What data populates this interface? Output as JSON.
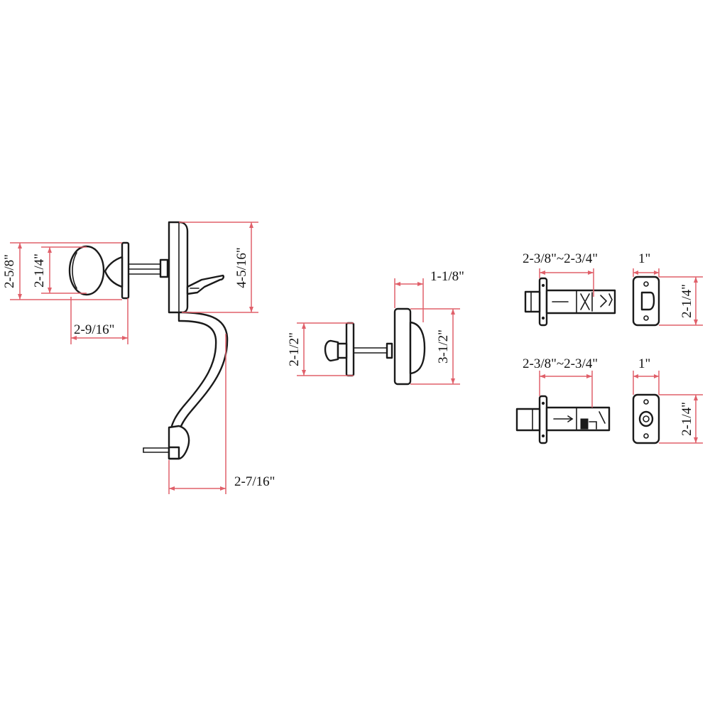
{
  "colors": {
    "dimension_line": "#e0606a",
    "outline": "#1a1a1a",
    "background": "#ffffff"
  },
  "dimensions": {
    "knob_overall_height": "2-5/8\"",
    "knob_diameter": "2-1/4\"",
    "knob_projection": "2-9/16\"",
    "handleset_height": "4-5/16\"",
    "handleset_projection": "2-7/16\"",
    "deadbolt_rose_height": "2-1/2\"",
    "deadbolt_thumbturn_projection": "1-1/8\"",
    "deadbolt_exterior_height": "3-1/2\"",
    "latch_backset": "2-3/8\"~2-3/4\"",
    "latch_face_width": "1\"",
    "latch_face_height": "2-1/4\"",
    "bolt_backset": "2-3/8\"~2-3/4\"",
    "bolt_face_width": "1\"",
    "bolt_face_height": "2-1/4\""
  }
}
